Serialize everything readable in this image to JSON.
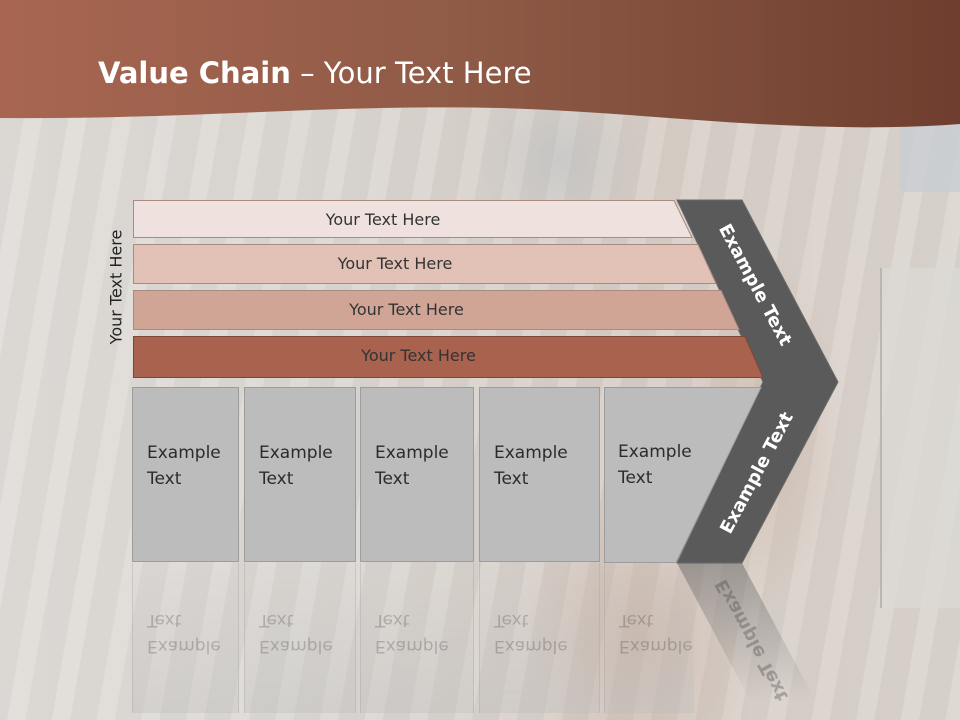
{
  "slide": {
    "title_bold": "Value Chain",
    "title_rest": " – Your Text Here",
    "side_label": "Your Text Here"
  },
  "bands": [
    {
      "label": "Your Text Here"
    },
    {
      "label": "Your Text Here"
    },
    {
      "label": "Your Text Here"
    },
    {
      "label": "Your Text Here"
    }
  ],
  "boxes": [
    {
      "line1": "Example",
      "line2": "Text"
    },
    {
      "line1": "Example",
      "line2": "Text"
    },
    {
      "line1": "Example",
      "line2": "Text"
    },
    {
      "line1": "Example",
      "line2": "Text"
    },
    {
      "line1": "Example",
      "line2": "Text"
    }
  ],
  "arrow": {
    "upper_text": "Example Text",
    "lower_text": "Example Text"
  },
  "colors": {
    "header": "#8c5440",
    "band1": "#efe2de",
    "band2": "#e2c2b6",
    "band3": "#d0a596",
    "band4": "#a8624d",
    "box": "#bcbcbc",
    "arrow": "#5a5a5a"
  }
}
